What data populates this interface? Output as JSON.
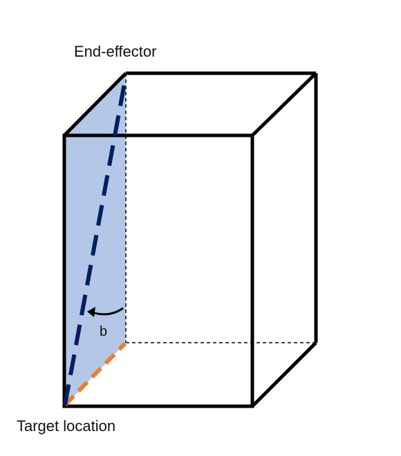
{
  "labels": {
    "end_effector": "End-effector",
    "target_location": "Target location",
    "angle": "b"
  },
  "colors": {
    "edge": "#000000",
    "plane_fill": "#b4c7e7",
    "reach_line": "#002060",
    "base_line": "#ed7d31",
    "hidden_edge": "#000000"
  }
}
